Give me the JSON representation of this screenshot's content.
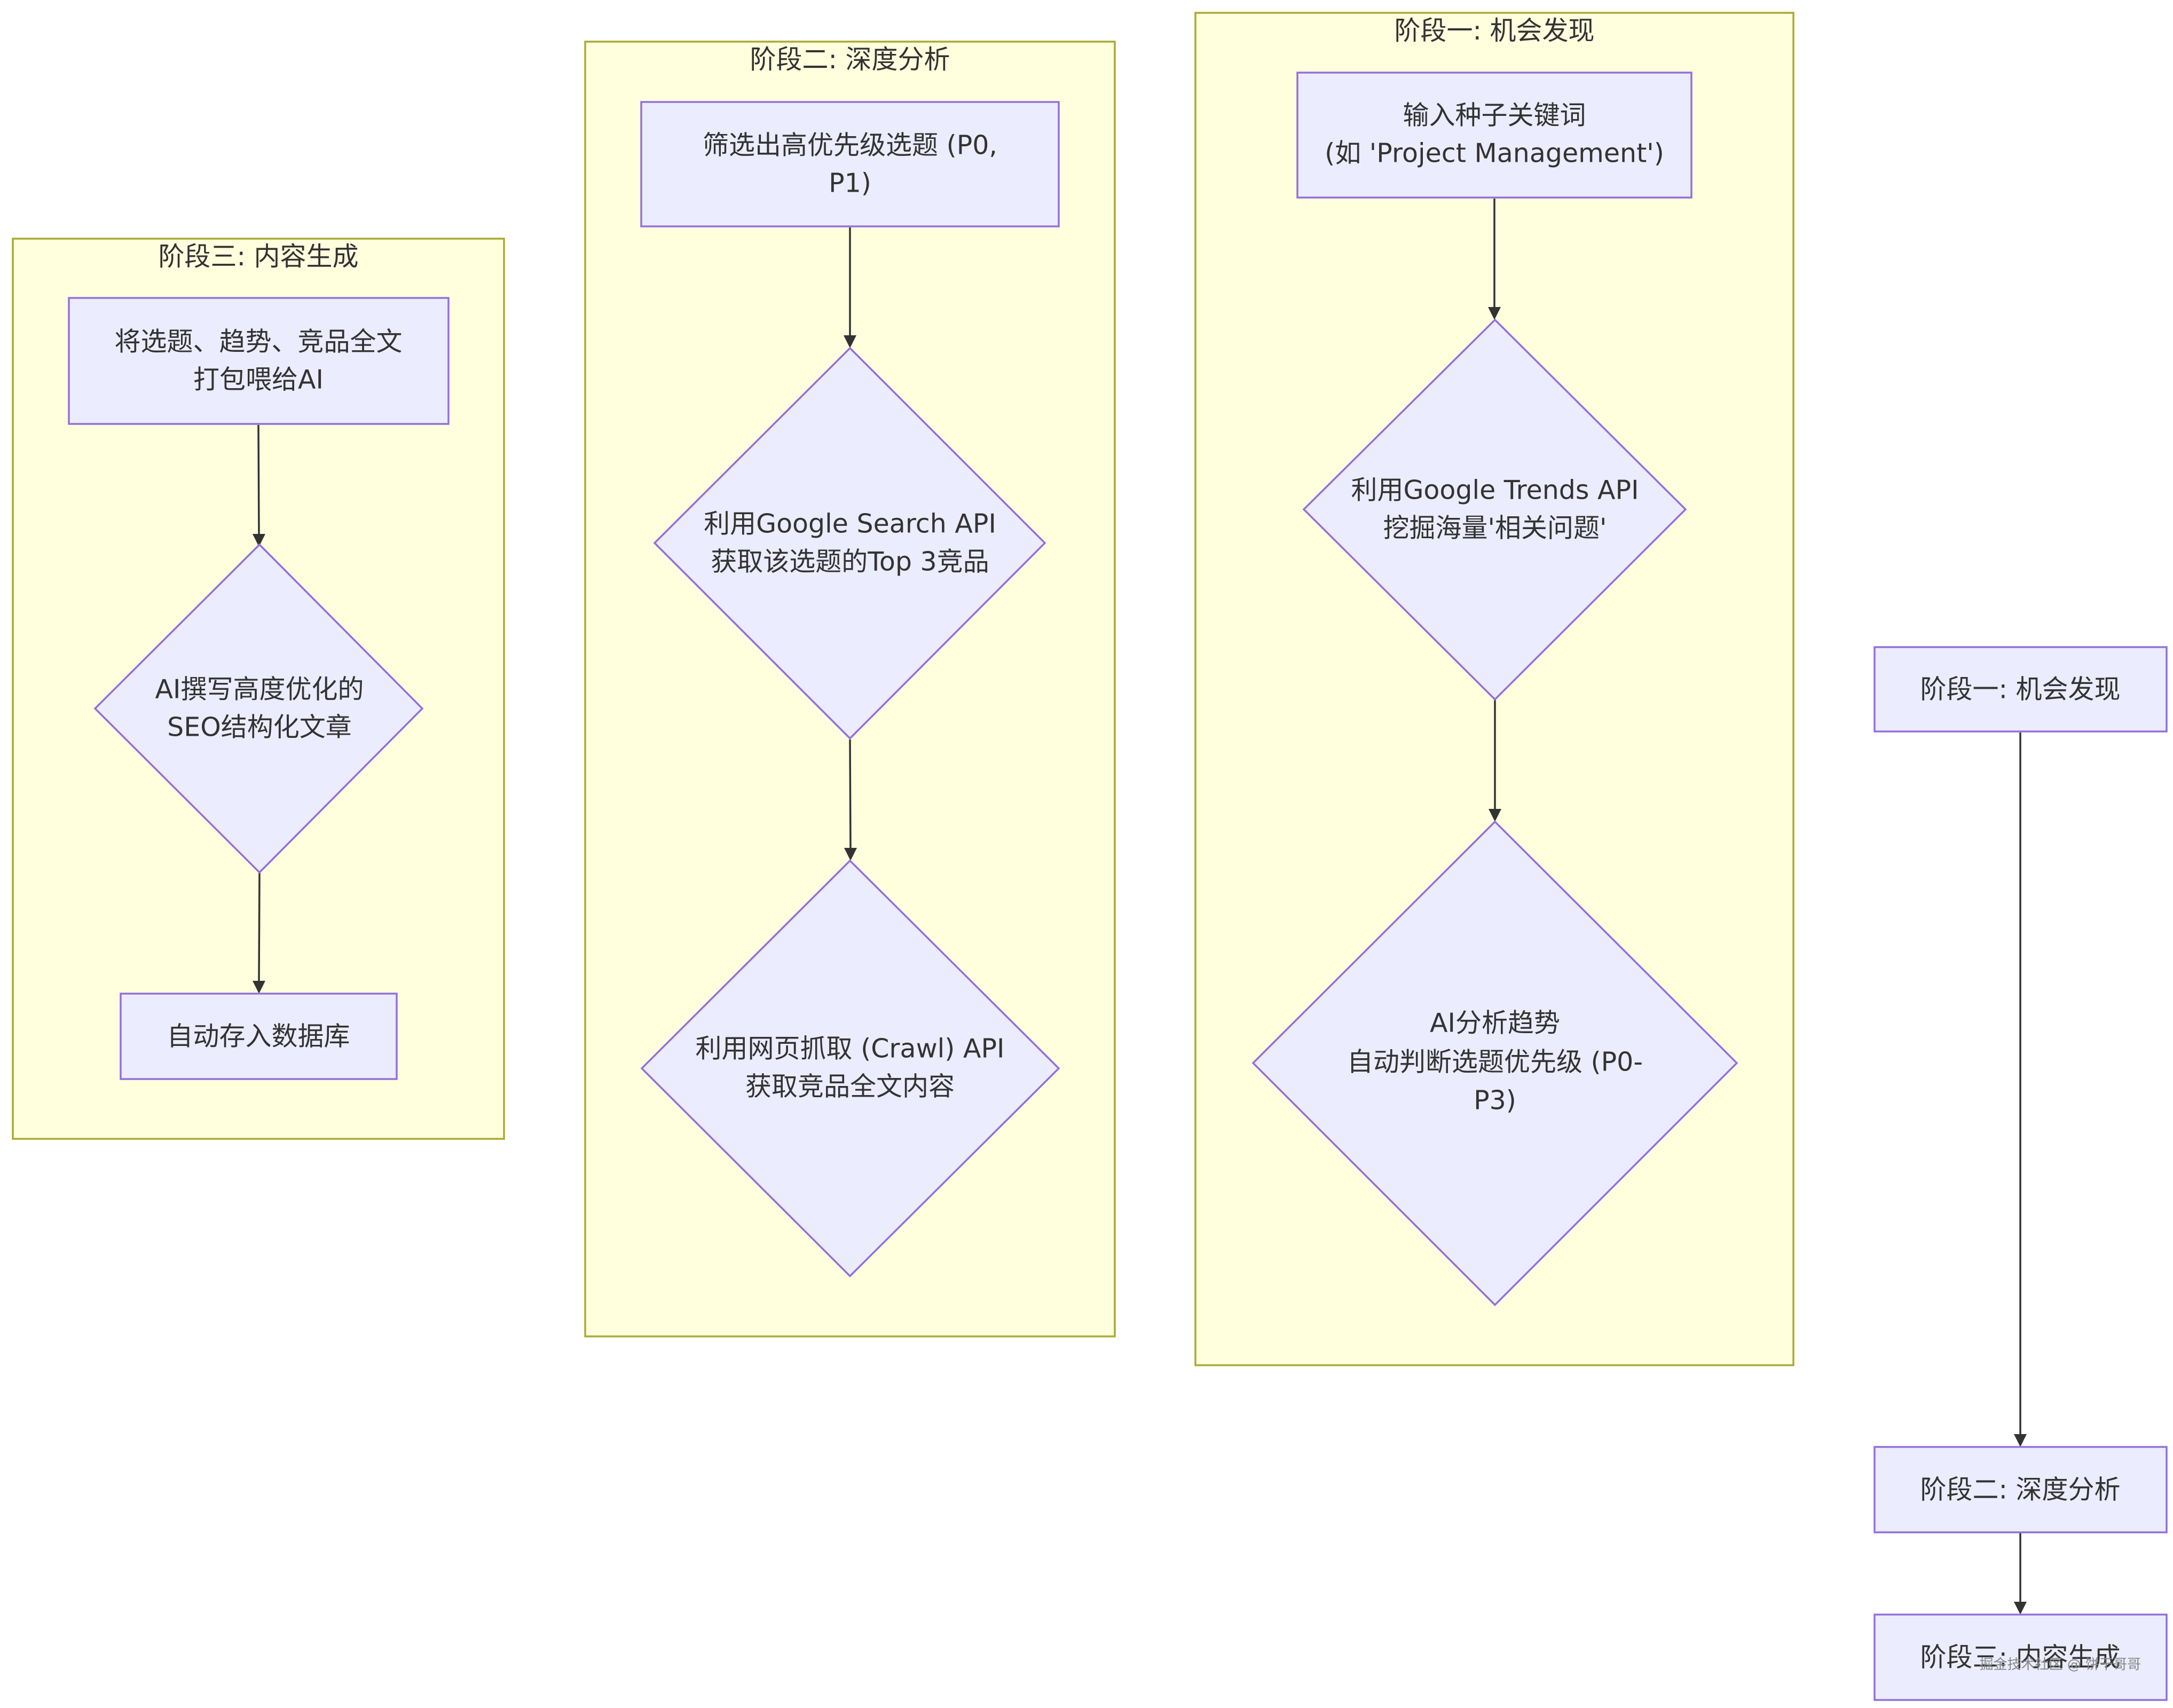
{
  "clusters": {
    "stage3": {
      "title": "阶段三: 内容生成"
    },
    "stage2": {
      "title": "阶段二: 深度分析"
    },
    "stage1": {
      "title": "阶段一: 机会发现"
    }
  },
  "nodes": {
    "s3_pack": {
      "lines": [
        "将选题、趋势、竞品全文",
        "打包喂给AI"
      ]
    },
    "s3_write": {
      "lines": [
        "AI撰写高度优化的",
        "SEO结构化文章"
      ]
    },
    "s3_save": {
      "lines": [
        "自动存入数据库"
      ]
    },
    "s2_filter": {
      "lines": [
        "筛选出高优先级选题 (P0,",
        "P1)"
      ]
    },
    "s2_search": {
      "lines": [
        "利用Google Search API",
        "获取该选题的Top 3竞品"
      ]
    },
    "s2_crawl": {
      "lines": [
        "利用网页抓取 (Crawl) API",
        "获取竞品全文内容"
      ]
    },
    "s1_input": {
      "lines": [
        "输入种子关键词",
        "(如 'Project Management')"
      ]
    },
    "s1_trends": {
      "lines": [
        "利用Google Trends API",
        "挖掘海量'相关问题'"
      ]
    },
    "s1_analyze": {
      "lines": [
        "AI分析趋势",
        "自动判断选题优先级 (P0-",
        "P3)"
      ]
    },
    "overview_s1": {
      "lines": [
        "阶段一: 机会发现"
      ]
    },
    "overview_s2": {
      "lines": [
        "阶段二: 深度分析"
      ]
    },
    "overview_s3": {
      "lines": [
        "阶段三: 内容生成"
      ]
    }
  },
  "watermark": "掘金技术社区 @ 饼干哥哥"
}
